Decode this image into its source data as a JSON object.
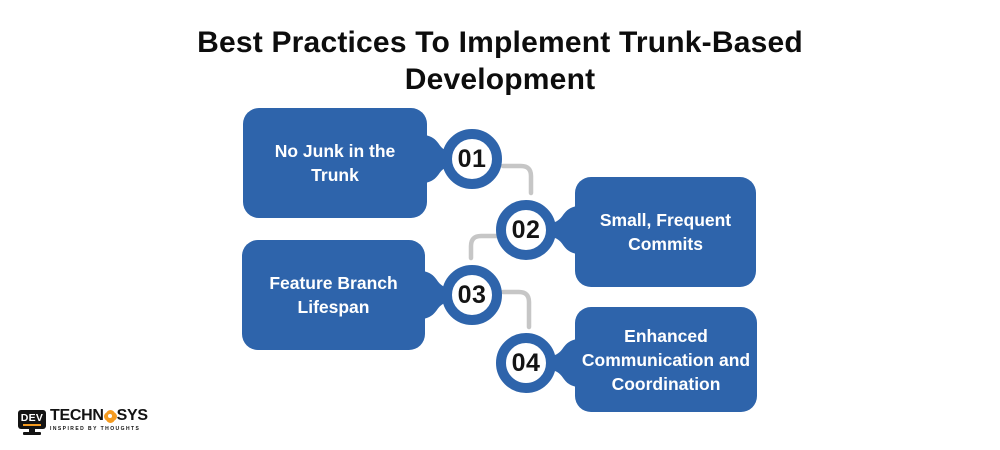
{
  "title": {
    "lines": [
      "Best Practices To Implement Trunk-Based",
      "Development"
    ]
  },
  "items": [
    {
      "number": "01",
      "lines": [
        "No Junk in the",
        "Trunk"
      ]
    },
    {
      "number": "02",
      "lines": [
        "Small, Frequent",
        "Commits"
      ]
    },
    {
      "number": "03",
      "lines": [
        "Feature Branch",
        "Lifespan"
      ]
    },
    {
      "number": "04",
      "lines": [
        "Enhanced",
        "Communication and",
        "Coordination"
      ]
    }
  ],
  "logo": {
    "monitor_text": "DEV",
    "brand_first": "TECHN",
    "brand_last": "SYS",
    "tagline": "INSPIRED BY THOUGHTS"
  },
  "colors": {
    "primary_blue": "#2e64ab",
    "connector_gray": "#c6c6c6",
    "logo_orange": "#f59b20",
    "card_text": "#ffffff",
    "title_text": "#0d0d0d"
  }
}
